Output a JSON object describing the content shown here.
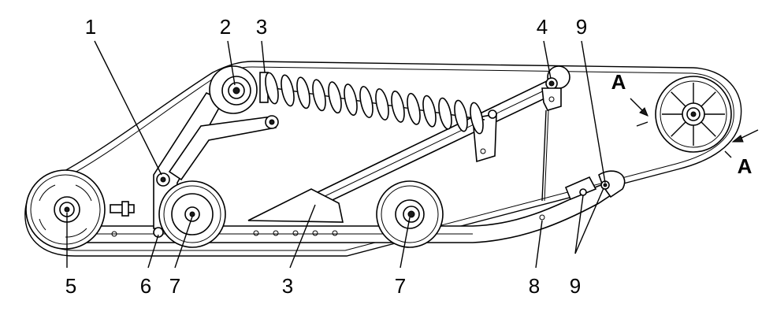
{
  "callouts": {
    "c1": "1",
    "c2": "2",
    "c3_top": "3",
    "c4": "4",
    "c9_top": "9",
    "c5": "5",
    "c6": "6",
    "c7_left": "7",
    "c3_bottom": "3",
    "c7_right": "7",
    "c8": "8",
    "c9_bottom": "9"
  },
  "section_marks": {
    "upper": "A",
    "lower": "A"
  },
  "colors": {
    "line": "#000000",
    "background": "#ffffff"
  }
}
